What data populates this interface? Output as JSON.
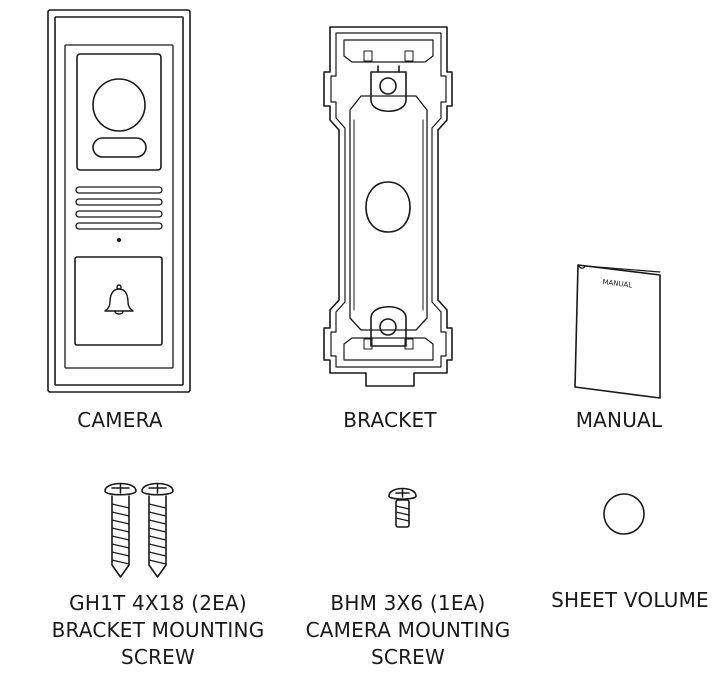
{
  "items": {
    "camera": {
      "label": "CAMERA"
    },
    "bracket": {
      "label": "BRACKET"
    },
    "manual": {
      "label": "MANUAL",
      "cover_text": "MANUAL"
    },
    "bracket_screw": {
      "line1": "GH1T 4X18 (2EA)",
      "line2": "BRACKET MOUNTING",
      "line3": "SCREW"
    },
    "camera_screw": {
      "line1": "BHM 3X6 (1EA)",
      "line2": "CAMERA MOUNTING",
      "line3": "SCREW"
    },
    "sheet_volume": {
      "label": "SHEET VOLUME"
    }
  },
  "colors": {
    "stroke": "#1a1a1a",
    "background": "#ffffff"
  }
}
